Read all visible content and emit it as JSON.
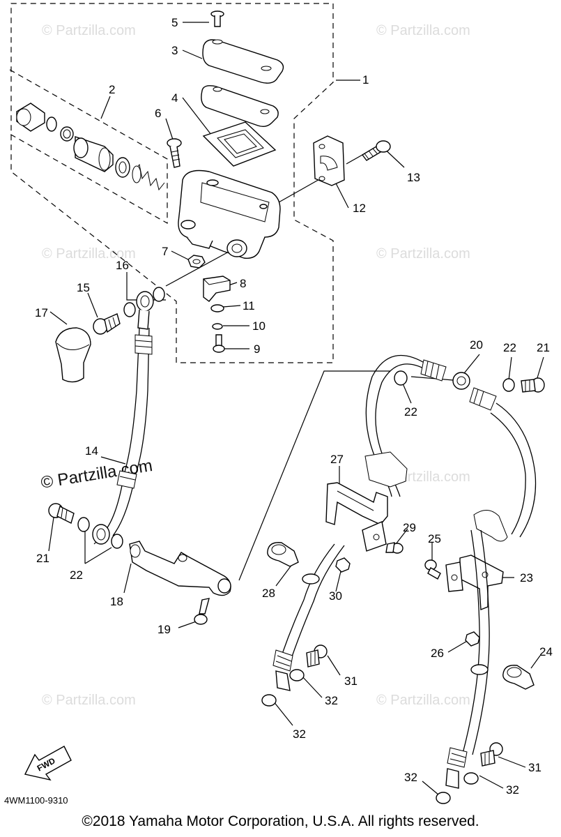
{
  "watermark": {
    "text": "© Partzilla.com",
    "large_text": "© Partzilla.com"
  },
  "callouts": {
    "c1": "1",
    "c2": "2",
    "c3": "3",
    "c4": "4",
    "c5": "5",
    "c6": "6",
    "c7": "7",
    "c8": "8",
    "c9": "9",
    "c10": "10",
    "c11": "11",
    "c12": "12",
    "c13": "13",
    "c14": "14",
    "c15": "15",
    "c16": "16",
    "c17": "17",
    "c18": "18",
    "c19": "19",
    "c20": "20",
    "c21a": "21",
    "c21b": "21",
    "c22a": "22",
    "c22b": "22",
    "c22c": "22",
    "c23": "23",
    "c24": "24",
    "c25": "25",
    "c26": "26",
    "c27": "27",
    "c28": "28",
    "c29": "29",
    "c30": "30",
    "c31a": "31",
    "c31b": "31",
    "c32a": "32",
    "c32b": "32",
    "c32c": "32",
    "c32d": "32"
  },
  "fwd_label": "FWD",
  "diagram_code": "4WM1100-9310",
  "copyright": "©2018  Yamaha Motor Corporation, U.S.A. All rights reserved."
}
